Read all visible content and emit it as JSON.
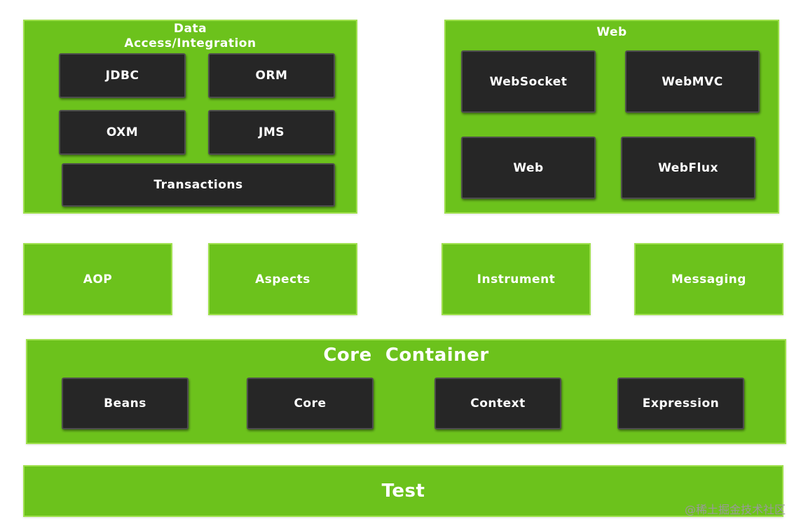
{
  "data_access": {
    "title": "Data\nAccess/Integration",
    "modules": [
      "JDBC",
      "ORM",
      "OXM",
      "JMS",
      "Transactions"
    ]
  },
  "web": {
    "title": "Web",
    "modules": [
      "WebSocket",
      "WebMVC",
      "Web",
      "WebFlux"
    ]
  },
  "middle": {
    "aop": "AOP",
    "aspects": "Aspects",
    "instrument": "Instrument",
    "messaging": "Messaging"
  },
  "core_container": {
    "title": "Core  Container",
    "modules": [
      "Beans",
      "Core",
      "Context",
      "Expression"
    ]
  },
  "test": {
    "title": "Test"
  },
  "watermark": "@稀土掘金技术社区",
  "colors": {
    "module_green": "#6cc21c",
    "module_dark": "#262626",
    "text": "#ffffff"
  }
}
